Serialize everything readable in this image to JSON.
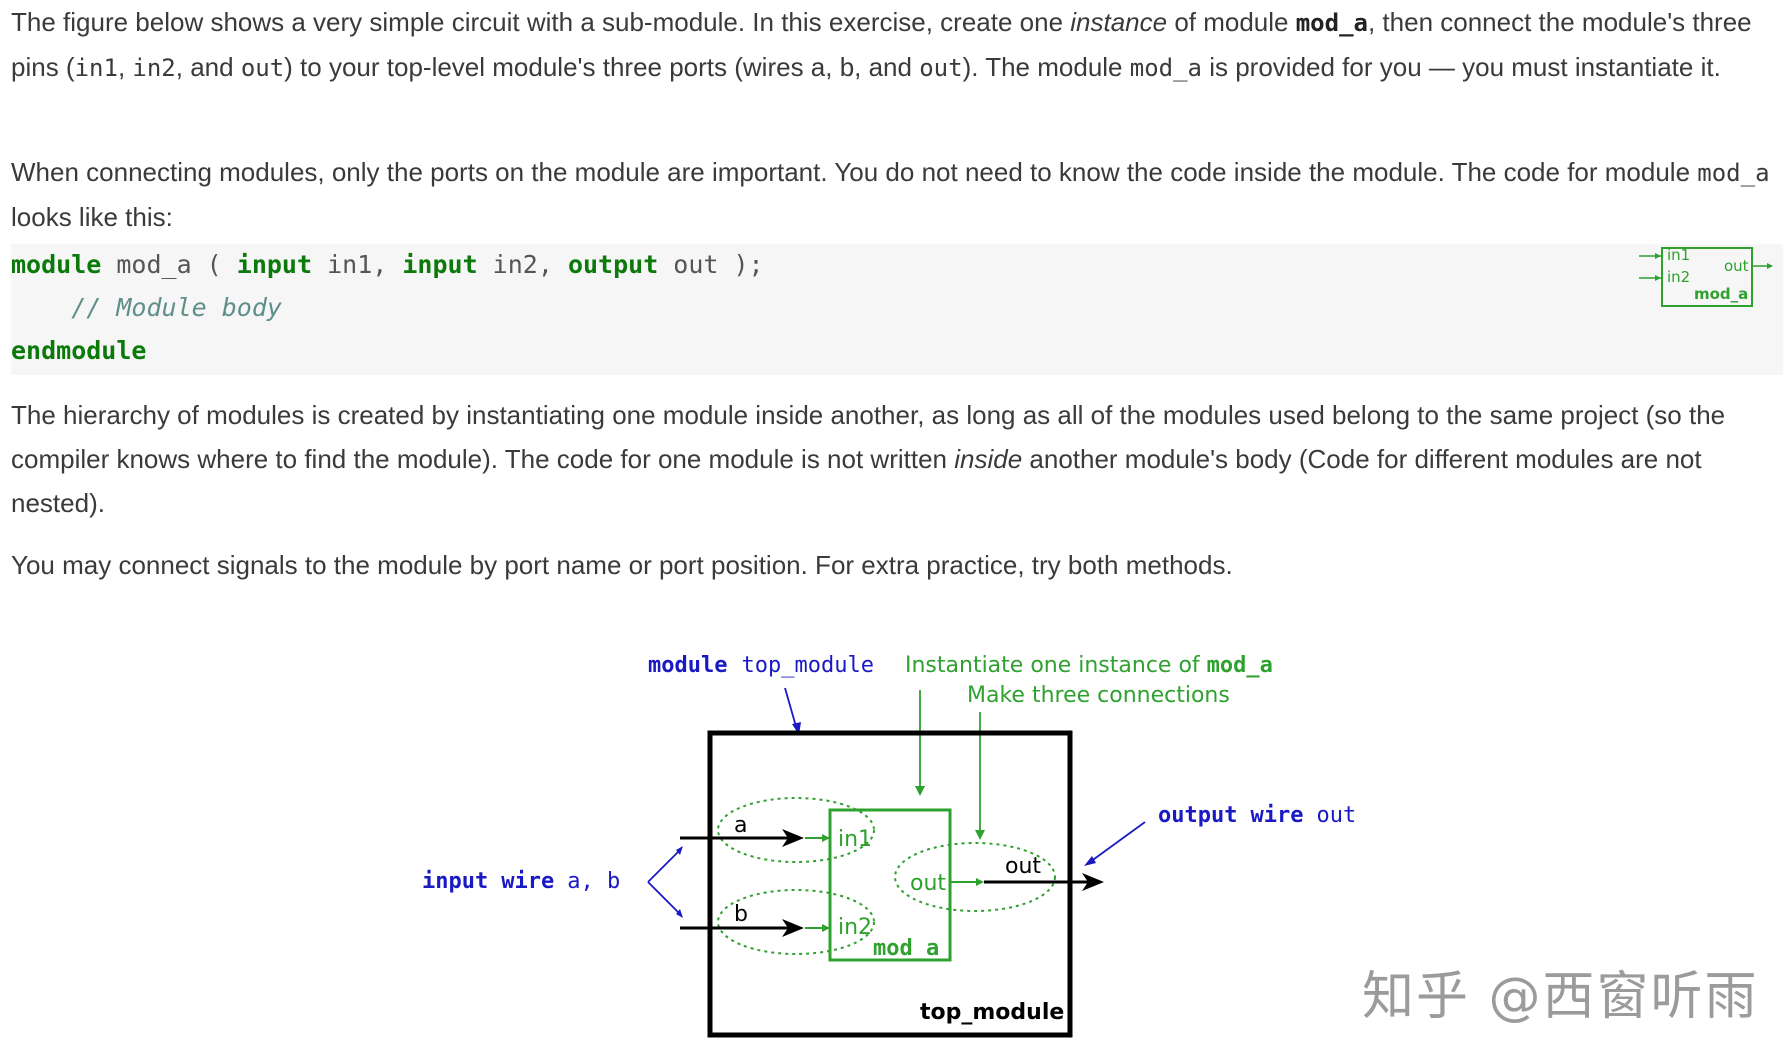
{
  "p1": {
    "t1": "The figure below shows a very simple circuit with a sub-module. In this exercise, create one ",
    "t1_em": "instance",
    "t2": " of module ",
    "t2_code": "mod_a",
    "t3": ", then connect the module's three pins (",
    "c_in1": "in1",
    "s1": ", ",
    "c_in2": "in2",
    "s2": ", and ",
    "c_out": "out",
    "t4": ") to your top-level module's three ports (wires a, b, and ",
    "c_out2": "out",
    "t5": "). The module ",
    "c_moda": "mod_a",
    "t6": " is provided for you — you must instantiate it."
  },
  "p2": {
    "t1": "When connecting modules, only the ports on the module are important. You do not need to know the code inside the module. The code for module ",
    "c_moda": "mod_a",
    "t2": " looks like this:"
  },
  "code": {
    "l1_kw1": "module",
    "l1_a": " mod_a ( ",
    "l1_kw2": "input",
    "l1_b": " in1, ",
    "l1_kw3": "input",
    "l1_c": " in2, ",
    "l1_kw4": "output",
    "l1_d": " out );",
    "l2": "    // Module body",
    "l3": "endmodule"
  },
  "thumb": {
    "in1": "in1",
    "in2": "in2",
    "out": "out",
    "name": "mod_a"
  },
  "p3": {
    "t1": "The hierarchy of modules is created by instantiating one module inside another, as long as all of the modules used belong to the same project (so the compiler knows where to find the module). The code for one module is not written ",
    "em": "inside",
    "t2": " another module's body (Code for different modules are not nested)."
  },
  "p4": {
    "t1": "You may connect signals to the module by port name or port position. For extra practice, try both methods."
  },
  "diagram": {
    "top_kw": "module",
    "top_name": "top_module",
    "inst_text": "Instantiate one instance of ",
    "inst_bold": "mod_a",
    "make_conn": "Make three connections",
    "output_kw1": "output",
    "output_kw2": "wire",
    "output_name": "out",
    "input_kw1": "input",
    "input_kw2": "wire",
    "input_names": "a, b",
    "sig_a": "a",
    "sig_b": "b",
    "sig_out": "out",
    "port_in1": "in1",
    "port_in2": "in2",
    "port_out": "out",
    "sub_name": "mod_a",
    "box_label": "top_module"
  },
  "watermark": "知乎 @西窗听雨",
  "colors": {
    "green": "#2fa12f",
    "blue": "#1a1ac4",
    "code_green": "#0b7a0b",
    "code_bg": "#f6f6f6"
  }
}
